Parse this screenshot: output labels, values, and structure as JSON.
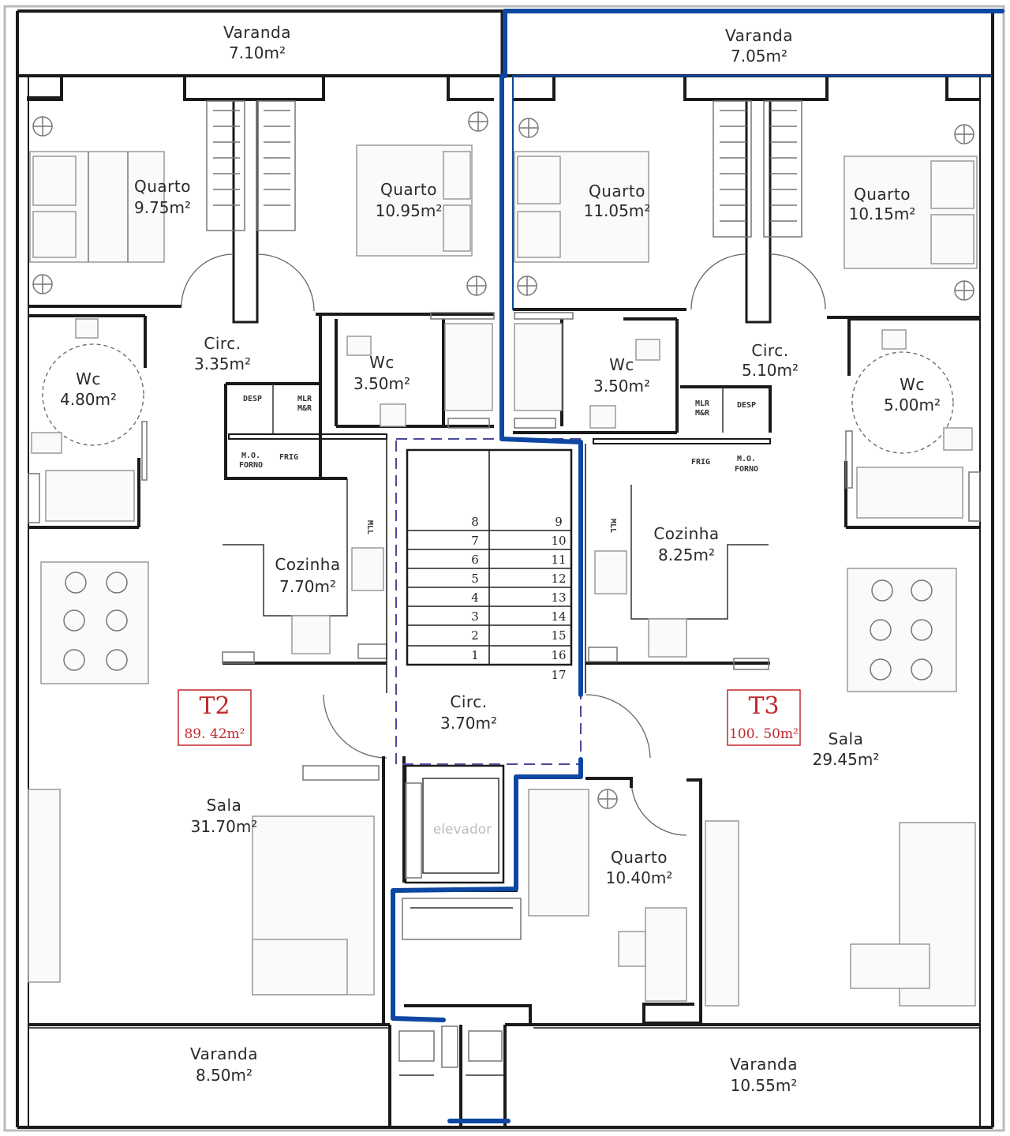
{
  "rooms": [
    {
      "name": "Varanda",
      "area": "7.10m²"
    },
    {
      "name": "Varanda",
      "area": "7.05m²"
    },
    {
      "name": "Quarto",
      "area": "9.75m²"
    },
    {
      "name": "Quarto",
      "area": "10.95m²"
    },
    {
      "name": "Quarto",
      "area": "11.05m²"
    },
    {
      "name": "Quarto",
      "area": "10.15m²"
    },
    {
      "name": "Circ.",
      "area": "3.35m²"
    },
    {
      "name": "Circ.",
      "area": "5.10m²"
    },
    {
      "name": "Wc",
      "area": "4.80m²"
    },
    {
      "name": "Wc",
      "area": "3.50m²"
    },
    {
      "name": "Wc",
      "area": "3.50m²"
    },
    {
      "name": "Wc",
      "area": "5.00m²"
    },
    {
      "name": "Cozinha",
      "area": "7.70m²"
    },
    {
      "name": "Cozinha",
      "area": "8.25m²"
    },
    {
      "name": "Circ.",
      "area": "3.70m²"
    },
    {
      "name": "Sala",
      "area": "31.70m²"
    },
    {
      "name": "Sala",
      "area": "29.45m²"
    },
    {
      "name": "Quarto",
      "area": "10.40m²"
    },
    {
      "name": "Varanda",
      "area": "8.50m²"
    },
    {
      "name": "Varanda",
      "area": "10.55m²"
    }
  ],
  "units": [
    {
      "code": "T2",
      "area": "89. 42m²"
    },
    {
      "code": "T3",
      "area": "100. 50m²"
    }
  ],
  "fixtures": {
    "desp": "DESP",
    "mlr_line1": "MLR",
    "mlr_line2": "M&R",
    "mo_line1": "M.O.",
    "mo_line2": "FORNO",
    "frig": "FRIG",
    "mll": "MLL",
    "elevator": "elevador"
  },
  "stairs": {
    "left_steps": [
      "8",
      "7",
      "6",
      "5",
      "4",
      "3",
      "2",
      "1"
    ],
    "right_steps": [
      "9",
      "10",
      "11",
      "12",
      "13",
      "14",
      "15",
      "16",
      "17"
    ]
  },
  "colors": {
    "route": "#0d47a1",
    "unit_label": "#c0282d",
    "walls": "#1a1a1a"
  }
}
